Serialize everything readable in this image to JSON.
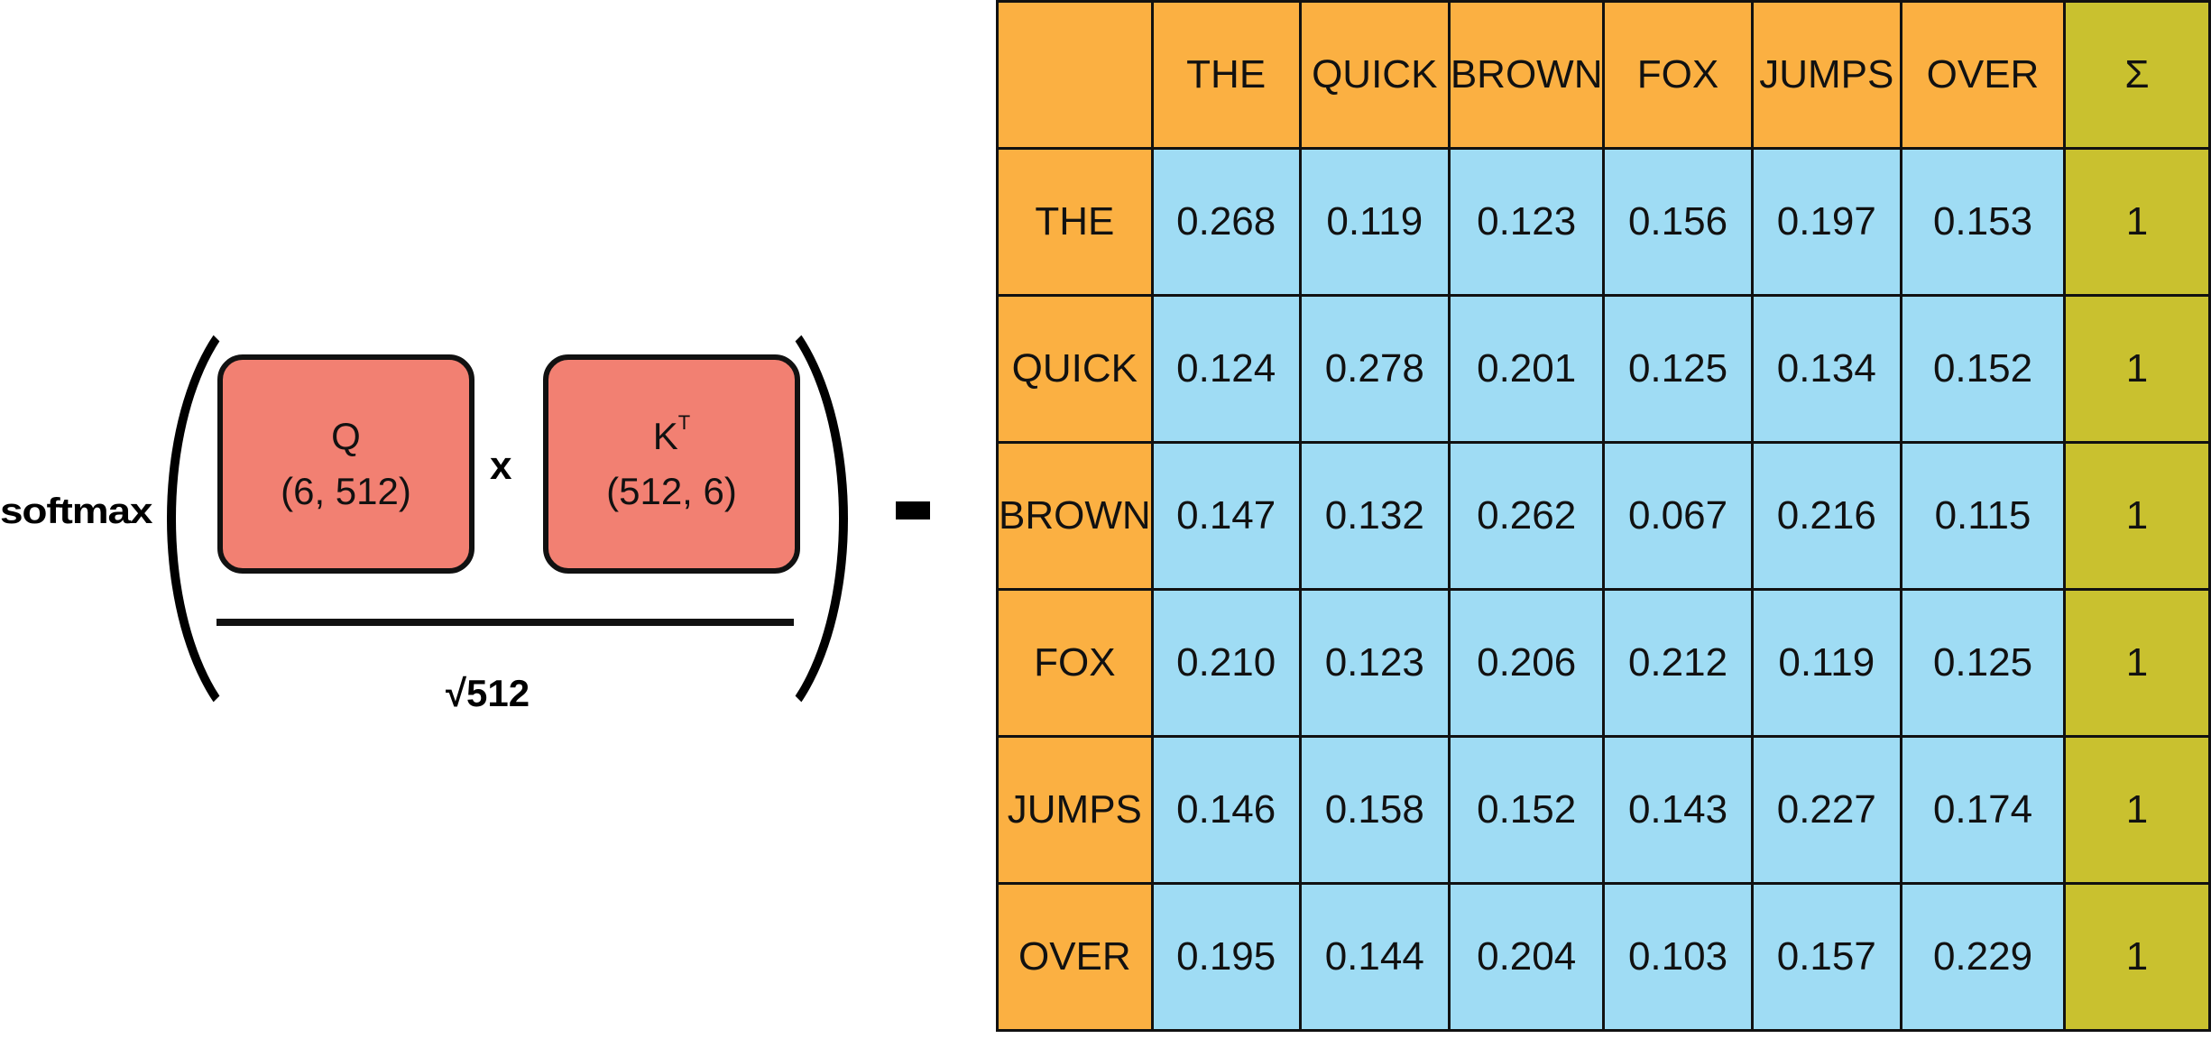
{
  "formula": {
    "softmax_label": "softmax",
    "q_label": "Q",
    "q_shape": "(6, 512)",
    "k_label": "K",
    "k_superscript": "T",
    "k_shape": "(512, 6)",
    "operator": "x",
    "denominator": "√512",
    "colors": {
      "matrix_fill": "#f28072"
    }
  },
  "table": {
    "tokens": [
      "THE",
      "QUICK",
      "BROWN",
      "FOX",
      "JUMPS",
      "OVER"
    ],
    "sum_header": "Σ",
    "rows": [
      {
        "label": "THE",
        "values": [
          "0.268",
          "0.119",
          "0.123",
          "0.156",
          "0.197",
          "0.153"
        ],
        "sum": "1"
      },
      {
        "label": "QUICK",
        "values": [
          "0.124",
          "0.278",
          "0.201",
          "0.125",
          "0.134",
          "0.152"
        ],
        "sum": "1"
      },
      {
        "label": "BROWN",
        "values": [
          "0.147",
          "0.132",
          "0.262",
          "0.067",
          "0.216",
          "0.115"
        ],
        "sum": "1"
      },
      {
        "label": "FOX",
        "values": [
          "0.210",
          "0.123",
          "0.206",
          "0.212",
          "0.119",
          "0.125"
        ],
        "sum": "1"
      },
      {
        "label": "JUMPS",
        "values": [
          "0.146",
          "0.158",
          "0.152",
          "0.143",
          "0.227",
          "0.174"
        ],
        "sum": "1"
      },
      {
        "label": "OVER",
        "values": [
          "0.195",
          "0.144",
          "0.204",
          "0.103",
          "0.157",
          "0.229"
        ],
        "sum": "1"
      }
    ],
    "colors": {
      "header": "#fbb042",
      "cell": "#9fdcf4",
      "sum": "#c9c12f"
    }
  }
}
